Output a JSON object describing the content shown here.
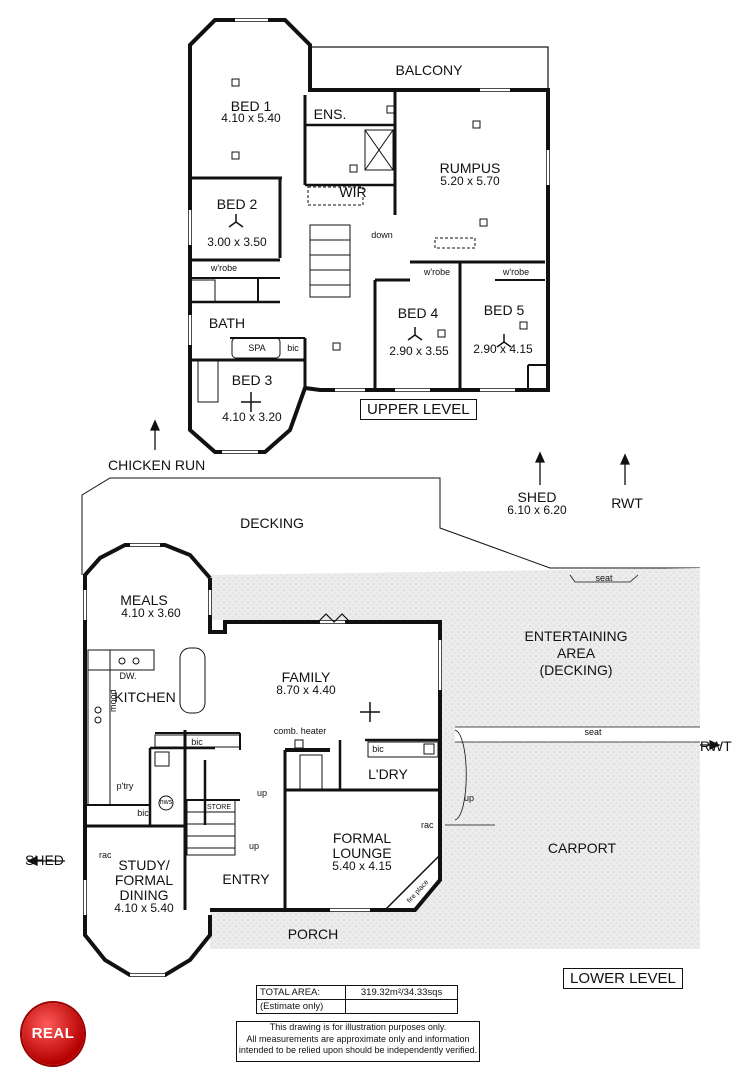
{
  "upper": {
    "level_label": "UPPER LEVEL",
    "balcony": "BALCONY",
    "bed1": {
      "name": "BED 1",
      "size": "4.10 x 5.40"
    },
    "ens": "ENS.",
    "wir": "WIR",
    "rumpus": {
      "name": "RUMPUS",
      "size": "5.20 x 5.70"
    },
    "bed2": {
      "name": "BED 2",
      "size": "3.00 x 3.50"
    },
    "down": "down",
    "wrobe": "w'robe",
    "bath": "BATH",
    "spa": "SPA",
    "bic": "bic",
    "bed3": {
      "name": "BED 3",
      "size": "4.10 x 3.20"
    },
    "bed4": {
      "name": "BED 4",
      "size": "2.90 x 3.55"
    },
    "bed5": {
      "name": "BED 5",
      "size": "2.90 x 4.15"
    }
  },
  "outside": {
    "chicken_run": "CHICKEN RUN",
    "shed_name": "SHED",
    "shed_size": "6.10 x 6.20",
    "rwt": "RWT",
    "decking": "DECKING",
    "entertaining": [
      "ENTERTAINING",
      "AREA",
      "(DECKING)"
    ],
    "seat": "seat",
    "carport": "CARPORT",
    "shed_left": "SHED",
    "porch": "PORCH"
  },
  "lower": {
    "level_label": "LOWER LEVEL",
    "meals": {
      "name": "MEALS",
      "size": "4.10 x 3.60"
    },
    "dw": "DW.",
    "kitchen": "KITCHEN",
    "mood": "mood",
    "family": {
      "name": "FAMILY",
      "size": "8.70 x 4.40"
    },
    "comb_heater": "comb. heater",
    "bic": "bic",
    "ldry": "L'DRY",
    "ptry": "p'try",
    "hws": "hws",
    "store": "STORE",
    "up": "up",
    "formal_lounge": {
      "line1": "FORMAL",
      "line2": "LOUNGE",
      "size": "5.40 x 4.15"
    },
    "rac": "rac",
    "fire_place": "fire place",
    "study": {
      "line1": "STUDY/",
      "line2": "FORMAL",
      "line3": "DINING",
      "size": "4.10 x 5.40"
    },
    "entry": "ENTRY"
  },
  "footer": {
    "total_area_label": "TOTAL AREA:",
    "total_area_value": "319.32m²/34.33sqs",
    "estimate_only": "(Estimate only)",
    "disclaimer": [
      "This drawing is for illustration purposes only.",
      "All measurements are approximate only and information",
      "intended to be relied upon should be independently verified."
    ],
    "logo_text": "REAL"
  },
  "colors": {
    "wall": "#111111",
    "paving": "#e9e9e9",
    "logo_red": "#c40000"
  }
}
